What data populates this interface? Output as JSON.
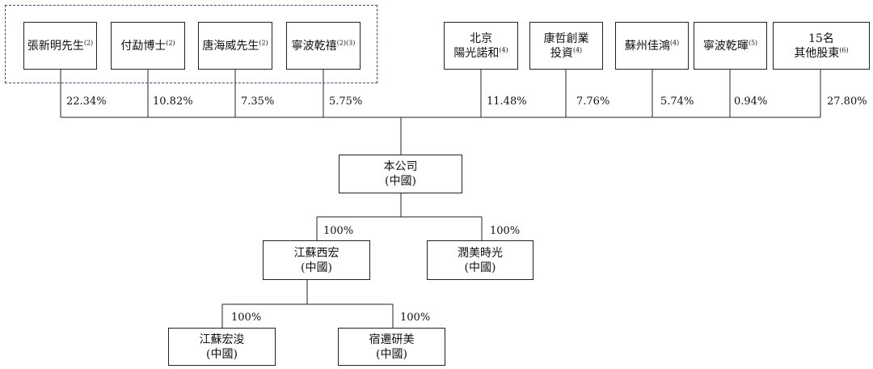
{
  "shareholders": [
    {
      "id": "zhang",
      "name": "張新明先生",
      "note": "(2)",
      "pct": "22.34%"
    },
    {
      "id": "fu",
      "name": "付勐博士",
      "note": "(2)",
      "pct": "10.82%"
    },
    {
      "id": "tang",
      "name": "唐海威先生",
      "note": "(2)",
      "pct": "7.35%"
    },
    {
      "id": "ningbo-qianxi",
      "name": "寧波乾禧",
      "note": "(2)(3)",
      "pct": "5.75%"
    },
    {
      "id": "beijing",
      "name": "北京",
      "name2": "陽光諾和",
      "note": "(4)",
      "pct": "11.48%"
    },
    {
      "id": "kangzhe",
      "name": "康哲創業",
      "name2": "投資",
      "note": "(4)",
      "pct": "7.76%"
    },
    {
      "id": "suzhou",
      "name": "蘇州佳鴻",
      "note": "(4)",
      "pct": "5.74%"
    },
    {
      "id": "ningbo-qianhui",
      "name": "寧波乾暉",
      "note": "(5)",
      "pct": "0.94%"
    },
    {
      "id": "others",
      "name": "15名",
      "name2": "其他股東",
      "note": "(6)",
      "pct": "27.80%"
    }
  ],
  "company": {
    "name": "本公司",
    "country": "(中國)"
  },
  "subsidiaries": {
    "jiangsu_xihong": {
      "name": "江蘇西宏",
      "country": "(中國)",
      "pct": "100%"
    },
    "runmei": {
      "name": "潤美時光",
      "country": "(中國)",
      "pct": "100%"
    },
    "jiangsu_hongjun": {
      "name": "江蘇宏浚",
      "country": "(中國)",
      "pct": "100%"
    },
    "suqian_yanmei": {
      "name": "宿遷研美",
      "country": "(中國)",
      "pct": "100%"
    }
  }
}
